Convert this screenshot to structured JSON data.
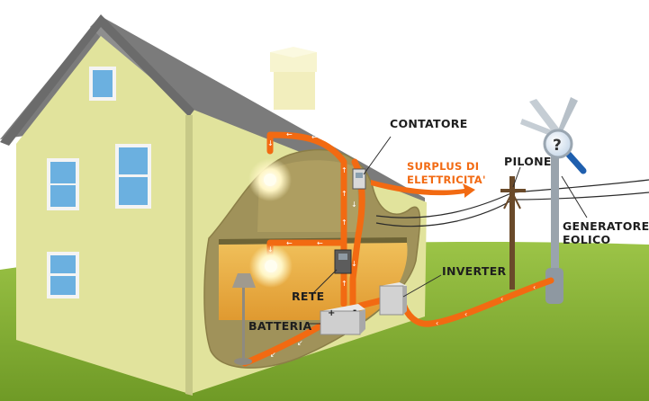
{
  "labels": {
    "contatore": "CONTATORE",
    "surplus_line1": "SURPLUS DI",
    "surplus_line2": "ELETTRICITA'",
    "pilone": "PILONE",
    "generatore_line1": "GENERATORE",
    "generatore_line2": "EOLICO",
    "inverter": "INVERTER",
    "rete": "RETE",
    "batteria": "BATTERIA",
    "battery_plus": "+",
    "battery_minus": "-"
  },
  "icons": {
    "zoom": "magnifier-question-icon"
  },
  "colors": {
    "sky": "#ffffff",
    "grass": "#8cb33a",
    "house_wall": "#e2e39a",
    "roof": "#7d7d7d",
    "interior": "#a2955a",
    "flow": "#f26a12",
    "surplus_text": "#f26a12"
  }
}
